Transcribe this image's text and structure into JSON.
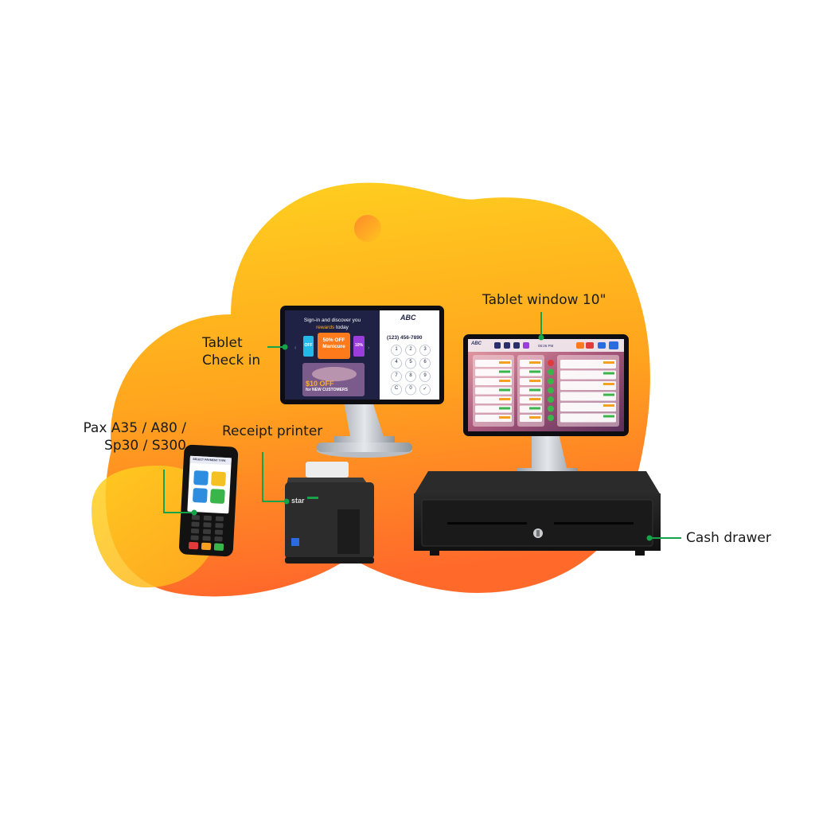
{
  "labels": {
    "tablet_checkin_line1": "Tablet",
    "tablet_checkin_line2": "Check in",
    "tablet_window": "Tablet window 10\"",
    "pax_line1": "Pax A35 / A80 /",
    "pax_line2": "Sp30 / S300",
    "receipt_printer": "Receipt printer",
    "cash_drawer": "Cash drawer"
  },
  "checkin_screen": {
    "headline_line1": "Sign-in and discover you",
    "headline_line2_accent": "rewards",
    "headline_line2_rest": " today",
    "promo_main_line1": "50% OFF",
    "promo_main_line2": "Manicure",
    "promo_left": "OFF",
    "promo_right": "10%",
    "banner_line1": "$10 OFF",
    "banner_line2": "for NEW CUSTOMERS",
    "brand": "ABC",
    "phone": "(123) 456-7890",
    "keys": [
      "1",
      "2",
      "3",
      "4",
      "5",
      "6",
      "7",
      "8",
      "9",
      "C",
      "0",
      "✓"
    ]
  },
  "pos_screen": {
    "brand": "ABC",
    "clock": "08:26 PM"
  },
  "pax_screen": {
    "title": "SELECT PAYMENT TYPE"
  },
  "printer": {
    "brand": "star"
  },
  "colors": {
    "blob_top": "#FFD21F",
    "blob_bottom": "#FF6A2B",
    "connector": "#16A34A",
    "checkin_dark": "#1F2244",
    "promo_orange": "#FF7A1A",
    "promo_cyan": "#22B8E8",
    "promo_purple": "#9B3DDB"
  }
}
